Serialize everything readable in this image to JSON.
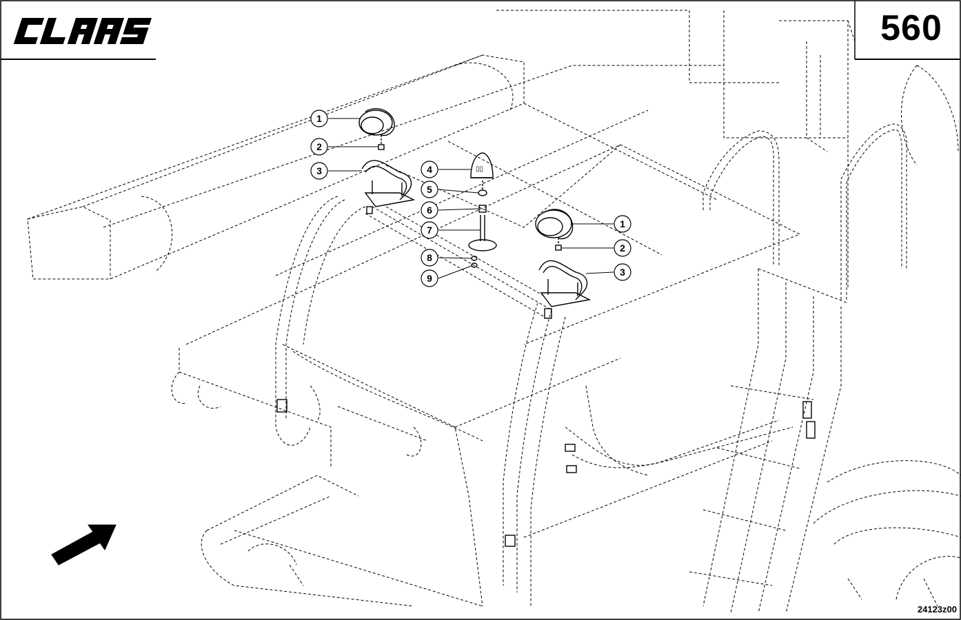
{
  "header": {
    "brand_logo_text": "CLAAS",
    "page_number": "560"
  },
  "footer": {
    "drawing_id": "24123z00"
  },
  "callouts": [
    {
      "id": "callout-1-left",
      "label": "1"
    },
    {
      "id": "callout-2-left",
      "label": "2"
    },
    {
      "id": "callout-3-left",
      "label": "3"
    },
    {
      "id": "callout-4",
      "label": "4"
    },
    {
      "id": "callout-5",
      "label": "5"
    },
    {
      "id": "callout-6",
      "label": "6"
    },
    {
      "id": "callout-7",
      "label": "7"
    },
    {
      "id": "callout-8",
      "label": "8"
    },
    {
      "id": "callout-9",
      "label": "9"
    },
    {
      "id": "callout-1-right",
      "label": "1"
    },
    {
      "id": "callout-2-right",
      "label": "2"
    },
    {
      "id": "callout-3-right",
      "label": "3"
    }
  ],
  "icons": {
    "direction": "direction-arrow-icon",
    "work_light": "work-light-icon",
    "beacon": "rotating-beacon-icon"
  }
}
